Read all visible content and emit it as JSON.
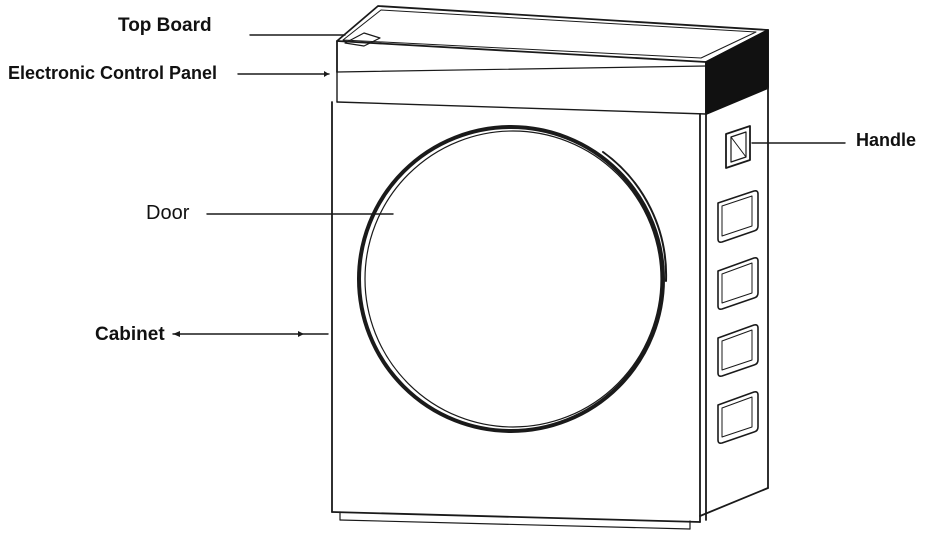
{
  "labels": {
    "top_board": "Top Board",
    "control_panel": "Electronic Control Panel",
    "door": "Door",
    "cabinet": "Cabinet",
    "handle": "Handle"
  },
  "colors": {
    "line": "#1a1a1a",
    "background": "#ffffff"
  }
}
